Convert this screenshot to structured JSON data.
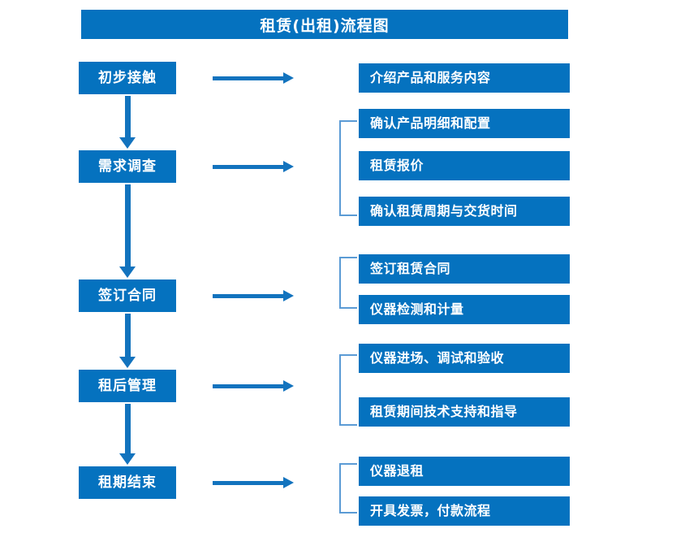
{
  "title": "租赁(出租)流程图",
  "colors": {
    "box_fill": "#0572bf",
    "box_text": "#ffffff",
    "arrow": "#1273be",
    "bracket": "#5b9bd5",
    "background": "#ffffff"
  },
  "stages": [
    {
      "id": "stage-1",
      "label": "初步接触"
    },
    {
      "id": "stage-2",
      "label": "需求调查"
    },
    {
      "id": "stage-3",
      "label": "签订合同"
    },
    {
      "id": "stage-4",
      "label": "租后管理"
    },
    {
      "id": "stage-5",
      "label": "租期结束"
    }
  ],
  "groups": [
    {
      "stage": "初步接触",
      "bracketed": false,
      "details": [
        {
          "label": "介绍产品和服务内容"
        }
      ]
    },
    {
      "stage": "需求调查",
      "bracketed": true,
      "details": [
        {
          "label": "确认产品明细和配置"
        },
        {
          "label": "租赁报价"
        },
        {
          "label": "确认租赁周期与交货时间"
        }
      ]
    },
    {
      "stage": "签订合同",
      "bracketed": true,
      "details": [
        {
          "label": "签订租赁合同"
        },
        {
          "label": "仪器检测和计量"
        }
      ]
    },
    {
      "stage": "租后管理",
      "bracketed": true,
      "details": [
        {
          "label": "仪器进场、调试和验收"
        },
        {
          "label": "租赁期间技术支持和指导"
        }
      ]
    },
    {
      "stage": "租期结束",
      "bracketed": true,
      "details": [
        {
          "label": "仪器退租"
        },
        {
          "label": "开具发票，付款流程"
        }
      ]
    }
  ],
  "connectors": {
    "horizontal_arrow_count": 5,
    "vertical_arrow_count": 4,
    "arrow_direction_horizontal": "right",
    "arrow_direction_vertical": "down"
  }
}
